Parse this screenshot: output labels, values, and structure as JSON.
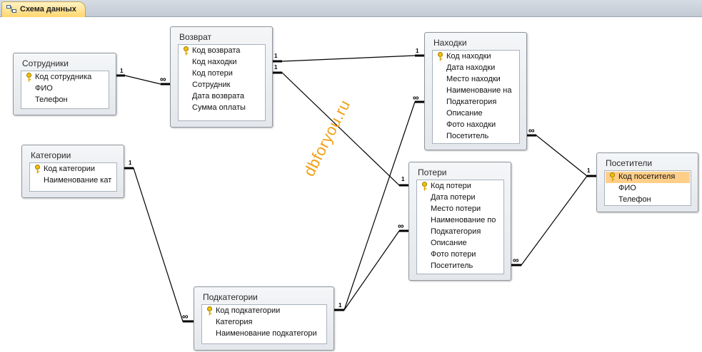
{
  "tab": {
    "label": "Схема данных",
    "icon": "relationships-icon"
  },
  "watermark": "dbforyou.ru",
  "tables": {
    "sotrudniki": {
      "title": "Сотрудники",
      "fields": [
        "Код сотрудника",
        "ФИО",
        "Телефон"
      ]
    },
    "vozvrat": {
      "title": "Возврат",
      "fields": [
        "Код возврата",
        "Код находки",
        "Код потери",
        "Сотрудник",
        "Дата возврата",
        "Сумма оплаты"
      ]
    },
    "nakhodki": {
      "title": "Находки",
      "fields": [
        "Код находки",
        "Дата находки",
        "Место находки",
        "Наименование на",
        "Подкатегория",
        "Описание",
        "Фото находки",
        "Посетитель"
      ]
    },
    "kategorii": {
      "title": "Категории",
      "fields": [
        "Код категории",
        "Наименование кат"
      ]
    },
    "poteri": {
      "title": "Потери",
      "fields": [
        "Код потери",
        "Дата потери",
        "Место потери",
        "Наименование по",
        "Подкатегория",
        "Описание",
        "Фото потери",
        "Посетитель"
      ]
    },
    "posetiteli": {
      "title": "Посетители",
      "fields": [
        "Код посетителя",
        "ФИО",
        "Телефон"
      ]
    },
    "podkategorii": {
      "title": "Подкатегории",
      "fields": [
        "Код подкатегории",
        "Категория",
        "Наименование подкатегори"
      ]
    }
  },
  "cardinality": {
    "one": "1",
    "many": "∞"
  },
  "colors": {
    "tab": "#ffd66e",
    "selected": "#ffcf8a",
    "watermark": "#f2a016",
    "line": "#000000"
  }
}
